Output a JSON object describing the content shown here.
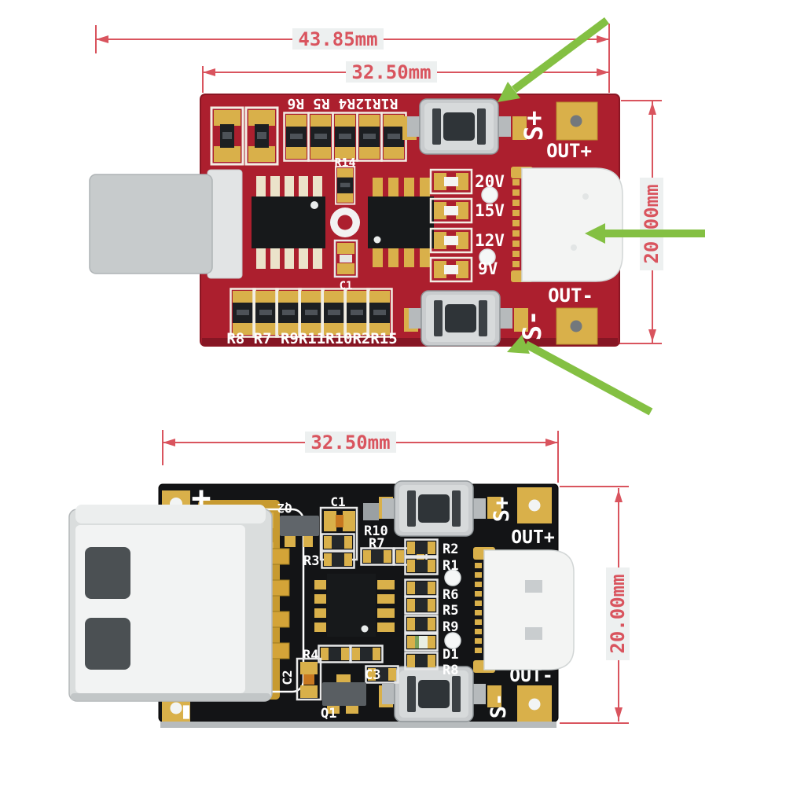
{
  "colors": {
    "pcb_red": "#ac1f2e",
    "pcb_black": "#141517",
    "pad_gold": "#d9b04a",
    "silkscreen_white": "#ffffff",
    "dimension_red": "#d9545e",
    "arrow_green": "#84c043",
    "connector_grey": "#c9cdce",
    "connector_white": "#f3f4f3"
  },
  "top_board": {
    "dimensions": {
      "overall_width": "43.85mm",
      "pcb_width": "32.50mm",
      "pcb_height": "20.00mm"
    },
    "silkscreen": {
      "top_resistor_row": "R1R12R4 R5 R6",
      "bottom_resistor_row": "R8 R7 R9R11R10R2R15",
      "r14": "R14",
      "c1": "C1",
      "voltage_options": [
        "20V",
        "15V",
        "12V",
        "9V"
      ],
      "s_plus": "S+",
      "out_plus": "OUT+",
      "out_minus": "OUT-",
      "s_minus": "S-"
    }
  },
  "bottom_board": {
    "dimensions": {
      "pcb_width": "32.50mm",
      "pcb_height": "20.00mm"
    },
    "silkscreen": {
      "plus": "+",
      "minus": "-",
      "q2": "Q2",
      "c1": "C1",
      "r10": "R10",
      "r7": "R7",
      "r3": "R3",
      "r2": "R2",
      "r1": "R1",
      "r6": "R6",
      "r5": "R5",
      "r9": "R9",
      "d1": "D1",
      "r8": "R8",
      "r4": "R4",
      "c2": "C2",
      "c3": "C3",
      "q1": "Q1",
      "s_plus": "S+",
      "out_plus": "OUT+",
      "out_minus": "OUT-",
      "s_minus": "S-"
    }
  }
}
